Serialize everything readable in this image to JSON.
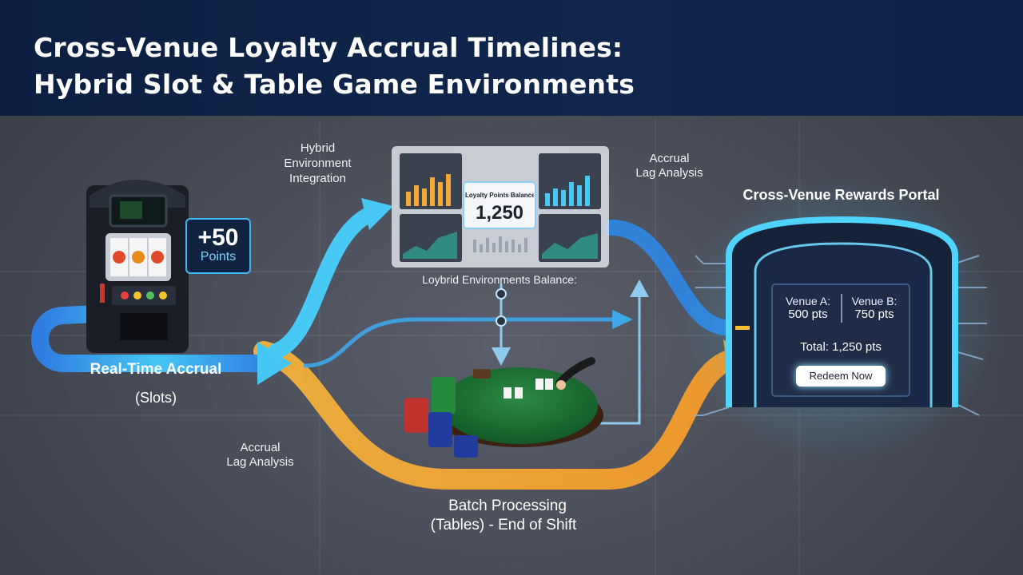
{
  "title": {
    "line1": "Cross-Venue Loyalty Accrual Timelines:",
    "line2": "Hybrid Slot & Table Game Environments"
  },
  "slot": {
    "badge_value": "+50",
    "badge_unit": "Points"
  },
  "flows": {
    "realtime": {
      "label": "Real-Time Accrual",
      "sub": "(Slots)",
      "color": "#3fb7f2"
    },
    "batch": {
      "label": "Batch Processing",
      "sub": "(Tables) - End of Shift",
      "color": "#f2a833"
    }
  },
  "annotations": {
    "hybrid": [
      "Hybrid",
      "Environment",
      "Integration"
    ],
    "lag_top": [
      "Accrual",
      "Lag Analysis"
    ],
    "lag_left": [
      "Accrual",
      "Lag Analysis"
    ]
  },
  "dashboard": {
    "balance_title": "Loyalty Points Balance",
    "balance_value": "1,250",
    "caption": "Loybrid Environments Balance:"
  },
  "portal": {
    "title": "Cross-Venue Rewards Portal",
    "venue_a_label": "Venue A:",
    "venue_a_value": "500 pts",
    "venue_b_label": "Venue B:",
    "venue_b_value": "750 pts",
    "total": "Total: 1,250 pts",
    "button": "Redeem Now",
    "accent": "#4fd3ff"
  }
}
